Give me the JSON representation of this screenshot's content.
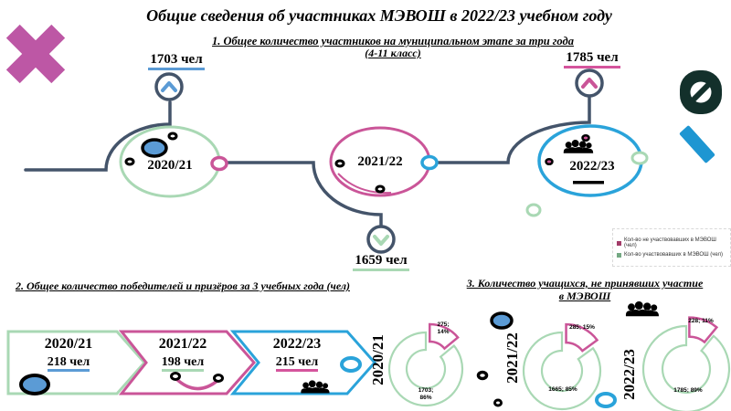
{
  "slide_title": "Общие сведения об участниках МЭВОШ в 2022/23 учебном году",
  "palette": {
    "line_dark": "#44546a",
    "green": "#a9d8b4",
    "pink": "#ca5598",
    "magenta_x": "#bd57a5",
    "blue": "#2aa3da",
    "steel_blue_fill": "#5b9bd5",
    "dark_badge": "#13302b",
    "legend_not_participated": "#a23b68",
    "legend_participated": "#74a983"
  },
  "section1": {
    "heading": "1. Общее количество участников на муниципальном этапе за три года",
    "heading_sub": "(4-11 класс)",
    "nodes": [
      {
        "year": "2020/21",
        "count": "1703 чел",
        "trend": "up"
      },
      {
        "year": "2021/22",
        "count": "1659 чел",
        "trend": "down"
      },
      {
        "year": "2022/23",
        "count": "1785 чел",
        "trend": "up"
      }
    ]
  },
  "section2": {
    "heading": "2. Общее количество победителей и призёров за 3 учебных года (чел)",
    "arrows": [
      {
        "year": "2020/21",
        "count": "218 чел"
      },
      {
        "year": "2021/22",
        "count": "198 чел"
      },
      {
        "year": "2022/23",
        "count": "215 чел"
      }
    ]
  },
  "section3": {
    "heading": "3. Количество учащихся, не принявших участие",
    "heading_line2": "в МЭВОШ",
    "legend": [
      {
        "label": "Кол-во не участвовавших в МЭВОШ (чел)",
        "color": "#a23b68"
      },
      {
        "label": "Кол-во  участвовавших в МЭВОШ (чел)",
        "color": "#74a983"
      }
    ],
    "donuts": [
      {
        "year": "2020/21",
        "wedge": {
          "label": "275; 14%",
          "pct": 14
        },
        "ring": {
          "label": "1703; 86%",
          "pct": 86
        }
      },
      {
        "year": "2021/22",
        "wedge": {
          "label": "285; 15%",
          "pct": 15
        },
        "ring": {
          "label": "1665; 85%",
          "pct": 85
        }
      },
      {
        "year": "2022/23",
        "wedge": {
          "label": "228; 11%",
          "pct": 11
        },
        "ring": {
          "label": "1785; 89%",
          "pct": 89
        }
      }
    ]
  },
  "chart_data": [
    {
      "type": "line",
      "title": "1. Общее количество участников на муниципальном этапе за три года (4-11 класс)",
      "categories": [
        "2020/21",
        "2021/22",
        "2022/23"
      ],
      "values": [
        1703,
        1659,
        1785
      ],
      "unit": "чел"
    },
    {
      "type": "bar",
      "title": "2. Общее количество победителей и призёров за 3 учебных года (чел)",
      "categories": [
        "2020/21",
        "2021/22",
        "2022/23"
      ],
      "values": [
        218,
        198,
        215
      ],
      "unit": "чел"
    },
    {
      "type": "pie",
      "title": "3. Количество учащихся, не принявших участие в МЭВОШ",
      "legend_entries": [
        "Кол-во не участвовавших в МЭВОШ (чел)",
        "Кол-во  участвовавших в МЭВОШ (чел)"
      ],
      "series": [
        {
          "name": "2020/21",
          "not_participated": 275,
          "not_participated_pct": 14,
          "participated": 1703,
          "participated_pct": 86
        },
        {
          "name": "2021/22",
          "not_participated": 285,
          "not_participated_pct": 15,
          "participated": 1665,
          "participated_pct": 85
        },
        {
          "name": "2022/23",
          "not_participated": 228,
          "not_participated_pct": 11,
          "participated": 1785,
          "participated_pct": 89
        }
      ]
    }
  ]
}
